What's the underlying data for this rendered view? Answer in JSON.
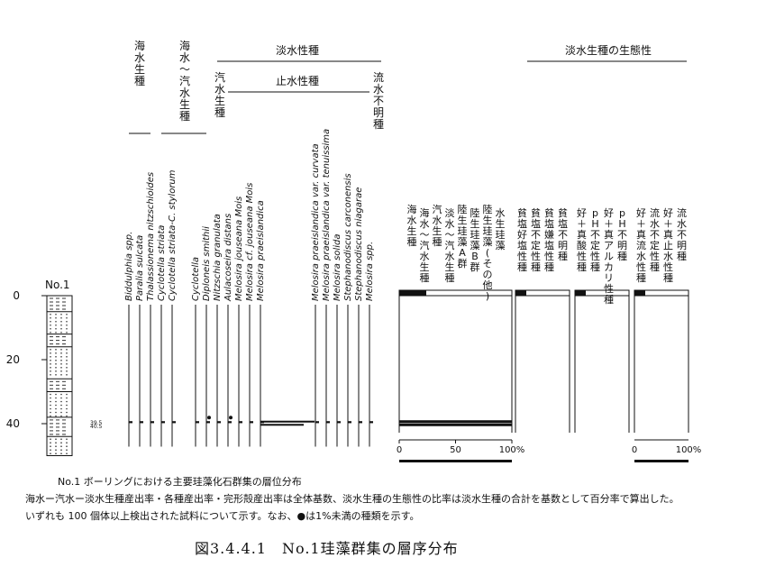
{
  "chart_data": {
    "type": "bar",
    "boring_label": "No.1",
    "depth_ticks": [
      0,
      20,
      40
    ],
    "depth_range": [
      0,
      50
    ],
    "sample_labels": [
      "39.5 ᴾ₀",
      "40.5 ᴾ₀"
    ],
    "sample_labels_text": [
      "39.5",
      "40.5"
    ],
    "ecology_groups": {
      "marine": "海水生種",
      "marine_brackish": "海水～汽水生種",
      "freshwater": "淡水性種",
      "brackish": "汽水生種",
      "limnophilous": "止水性種",
      "unknown_flow": "流水不明種"
    },
    "species": [
      {
        "name": "Biddulphia spp.",
        "group": "marine"
      },
      {
        "name": "Paralia sulcata",
        "group": "marine"
      },
      {
        "name": "Thalassionema nitzschioides",
        "group": "marine"
      },
      {
        "name": "Cyclotella striata",
        "group": "marine_brackish"
      },
      {
        "name": "Cyclotella striata-C. stylorum",
        "group": "marine_brackish"
      },
      {
        "name": "Cyclotella",
        "group": "marine_brackish"
      },
      {
        "name": "Diploneis smithii",
        "group": "marine_brackish"
      },
      {
        "name": "Nitzschia granulata",
        "group": "brackish"
      },
      {
        "name": "Aulacoseira distans",
        "group": "limnophilous"
      },
      {
        "name": "Melosira jouseana Mois",
        "group": "limnophilous"
      },
      {
        "name": "Melosira cf. jouseana Mois",
        "group": "limnophilous"
      },
      {
        "name": "Melosira praeislandica",
        "group": "limnophilous"
      },
      {
        "name": "Melosira praeislandica var. curvata",
        "group": "limnophilous"
      },
      {
        "name": "Melosira praeislandica var. tenuissima",
        "group": "limnophilous"
      },
      {
        "name": "Melosira solida",
        "group": "limnophilous"
      },
      {
        "name": "Stephanodiscus carconensis",
        "group": "limnophilous"
      },
      {
        "name": "Stephanodiscus niagarae",
        "group": "limnophilous"
      },
      {
        "name": "Melosira spp.",
        "group": "unknown_flow"
      }
    ],
    "composition_legend": [
      "海水生種",
      "海水～汽水生種",
      "汽水生種",
      "淡水～汽水生種",
      "陸生珪藻A群",
      "陸生珪藻B群",
      "陸生珪藻(その他)",
      "水生珪藻"
    ],
    "ecology_header": "淡水生種の生態性",
    "salinity_legend": [
      "貧塩好塩性種",
      "貧塩不定性種",
      "貧塩嫌塩性種",
      "貧塩不明種"
    ],
    "ph_legend": [
      "好＋真酸性種",
      "pH不定性種",
      "好＋真アルカリ性種",
      "pH不明種"
    ],
    "current_legend": [
      "好＋真流水性種",
      "流水不定性種",
      "好＋真止水性種",
      "流水不明種"
    ],
    "percent_axis_main": {
      "ticks": [
        0,
        50,
        100
      ],
      "labels": [
        "0",
        "50",
        "100%"
      ]
    },
    "percent_axis_eco": {
      "ticks": [
        0,
        100
      ],
      "labels": [
        "0",
        "100%"
      ]
    }
  },
  "captions": {
    "line1": "No.1 ボーリングにおける主要珪藻化石群集の層位分布",
    "line2": "海水ー汽水ー淡水生種産出率・各種産出率・完形殻産出率は全体基数、淡水生種の生態性の比率は淡水生種の合計を基数として百分率で算出した。",
    "line3": "いずれも 100 個体以上検出された試料について示す。なお、●は1%未満の種類を示す。",
    "title": "図3.4.4.1　No.1珪藻群集の層序分布"
  }
}
